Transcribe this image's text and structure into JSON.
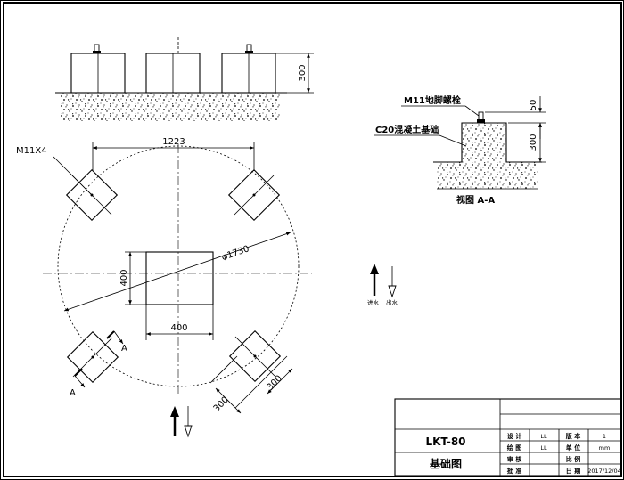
{
  "top_elevation": {
    "height_dim": "300"
  },
  "plan": {
    "bolt_label": "M11X4",
    "spacing_dim": "1223",
    "diameter_dim": "φ1730",
    "pad_width_dim": "400",
    "pad_height_dim": "400",
    "pad_size_dim_a": "300",
    "pad_size_dim_b": "300",
    "section_marker_a": "A",
    "section_marker_b": "A"
  },
  "section_view": {
    "bolt_label": "M11地脚螺栓",
    "concrete_label": "C20混凝土基础",
    "dim_top": "50",
    "dim_height": "300",
    "caption": "视图 A-A"
  },
  "flow_legend": {
    "in_label": "进水",
    "out_label": "出水"
  },
  "title_block": {
    "model": "LKT-80",
    "drawing_name": "基础图",
    "rows": [
      {
        "label1": "设 计",
        "value1": "LL",
        "label2": "版 本",
        "value2": "1"
      },
      {
        "label1": "绘 图",
        "value1": "LL",
        "label2": "单 位",
        "value2": "mm"
      },
      {
        "label1": "审 核",
        "value1": "",
        "label2": "比 例",
        "value2": ""
      },
      {
        "label1": "批 准",
        "value1": "",
        "label2": "日 期",
        "value2": "2017/12/04"
      }
    ]
  }
}
